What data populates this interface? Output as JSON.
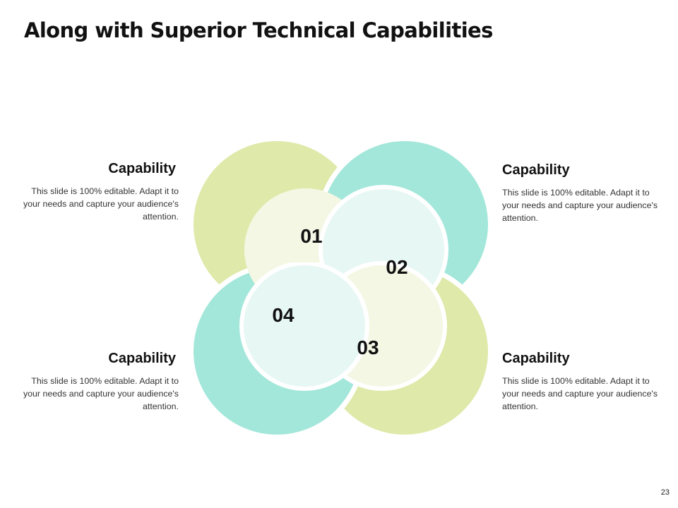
{
  "title": "Along with Superior Technical Capabilities",
  "colors": {
    "green": "#dfe9a9",
    "teal": "#a3e7da",
    "green_light": "#f4f7e4",
    "teal_light": "#e7f7f4"
  },
  "petals": [
    {
      "number": "01",
      "color": "green"
    },
    {
      "number": "02",
      "color": "teal"
    },
    {
      "number": "03",
      "color": "green"
    },
    {
      "number": "04",
      "color": "teal"
    }
  ],
  "blocks": [
    {
      "heading": "Capability",
      "text": "This slide is 100% editable. Adapt it to your needs and capture your audience's attention."
    },
    {
      "heading": "Capability",
      "text": "This slide is 100% editable. Adapt it to your needs and capture your audience's attention."
    },
    {
      "heading": "Capability",
      "text": "This slide is 100% editable. Adapt it to your needs and capture your audience's attention."
    },
    {
      "heading": "Capability",
      "text": "This slide is 100% editable. Adapt it to your needs and capture your audience's attention."
    }
  ],
  "page_number": "23"
}
